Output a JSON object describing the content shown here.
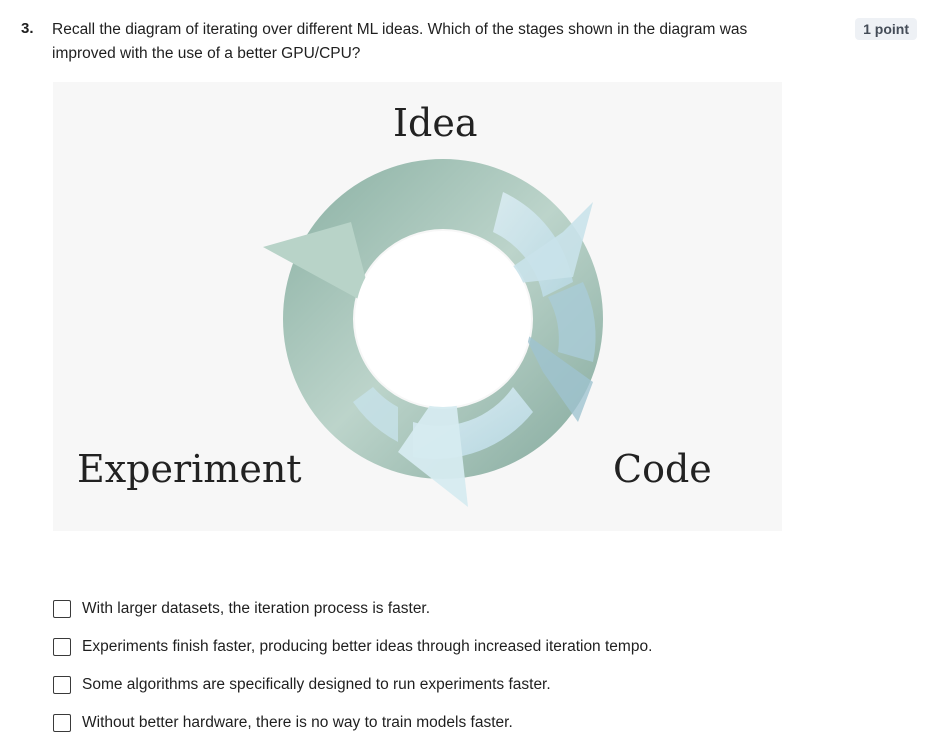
{
  "question": {
    "number": "3.",
    "text": "Recall the diagram of iterating over different ML ideas. Which of the stages shown in the diagram was improved with the use of a better GPU/CPU?",
    "points": "1 point"
  },
  "diagram": {
    "labels": {
      "idea": "Idea",
      "experiment": "Experiment",
      "code": "Code"
    },
    "colors": {
      "ring_dark": "#7fa79a",
      "ring_light": "#cfe6ee",
      "background": "#f7f7f7"
    }
  },
  "options": [
    {
      "label": "With larger datasets, the iteration process is faster.",
      "checked": false
    },
    {
      "label": "Experiments finish faster, producing better ideas through increased iteration tempo.",
      "checked": false
    },
    {
      "label": "Some algorithms are specifically designed to run experiments faster.",
      "checked": false
    },
    {
      "label": "Without better hardware, there is no way to train models faster.",
      "checked": false
    }
  ]
}
